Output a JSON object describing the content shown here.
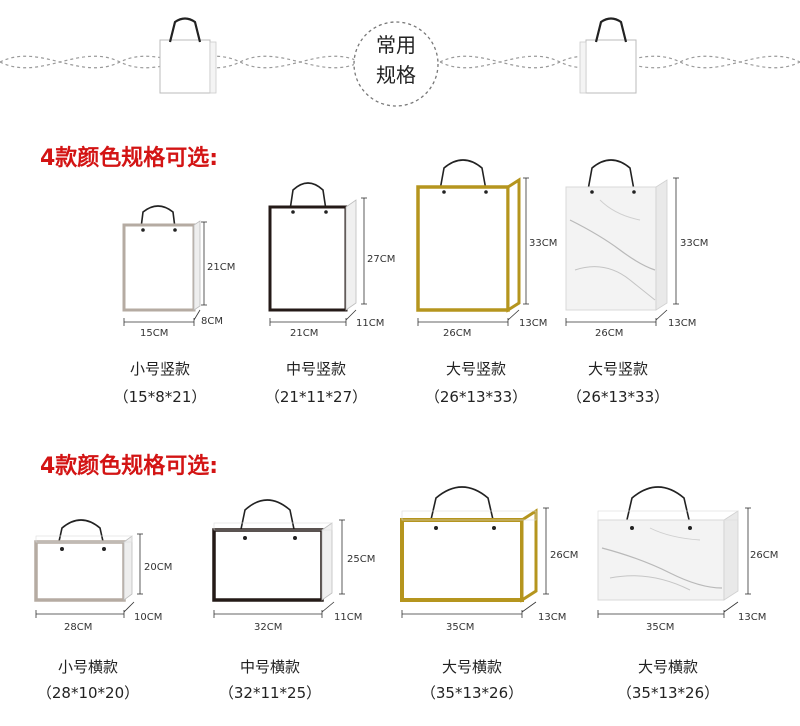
{
  "header": {
    "title_line1": "常用",
    "title_line2": "规格"
  },
  "sections": [
    {
      "title": "4款颜色规格可选:",
      "bags": [
        {
          "name": "小号竖款",
          "spec": "（15*8*21）",
          "w_label": "15CM",
          "d_label": "8CM",
          "h_label": "21CM",
          "style": "taupe"
        },
        {
          "name": "中号竖款",
          "spec": "（21*11*27）",
          "w_label": "21CM",
          "d_label": "11CM",
          "h_label": "27CM",
          "style": "black"
        },
        {
          "name": "大号竖款",
          "spec": "（26*13*33）",
          "w_label": "26CM",
          "d_label": "13CM",
          "h_label": "33CM",
          "style": "gold"
        },
        {
          "name": "大号竖款",
          "spec": "（26*13*33）",
          "w_label": "26CM",
          "d_label": "13CM",
          "h_label": "33CM",
          "style": "marble"
        }
      ]
    },
    {
      "title": "4款颜色规格可选:",
      "bags": [
        {
          "name": "小号横款",
          "spec": "（28*10*20）",
          "w_label": "28CM",
          "d_label": "10CM",
          "h_label": "20CM",
          "style": "taupe"
        },
        {
          "name": "中号横款",
          "spec": "（32*11*25）",
          "w_label": "32CM",
          "d_label": "11CM",
          "h_label": "25CM",
          "style": "black"
        },
        {
          "name": "大号横款",
          "spec": "（35*13*26）",
          "w_label": "35CM",
          "d_label": "13CM",
          "h_label": "26CM",
          "style": "gold"
        },
        {
          "name": "大号横款",
          "spec": "（35*13*26）",
          "w_label": "35CM",
          "d_label": "13CM",
          "h_label": "26CM",
          "style": "marble"
        }
      ]
    }
  ],
  "colors": {
    "title_red": "#d31414",
    "taupe": "#b5aba2",
    "black": "#241a17",
    "gold": "#b5951e",
    "marble": "#f2f2f2"
  }
}
